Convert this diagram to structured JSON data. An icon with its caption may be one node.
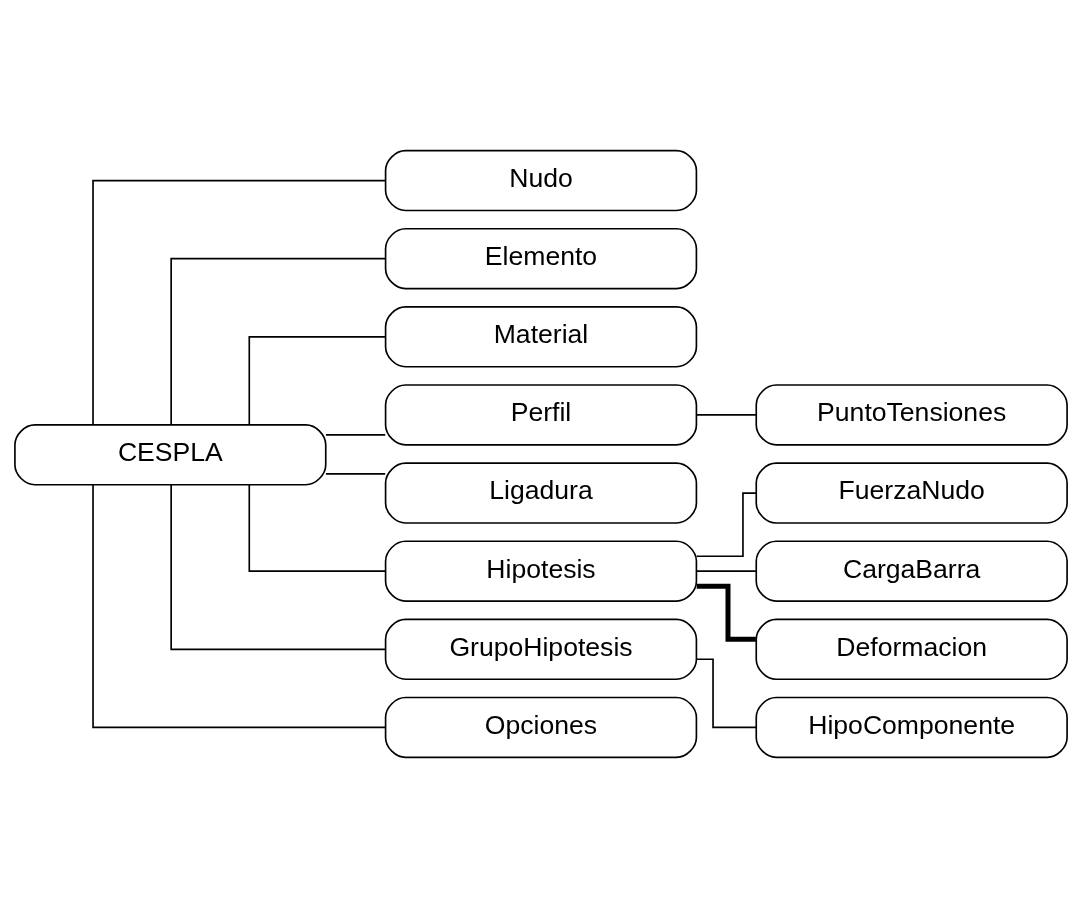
{
  "diagram": {
    "nodes": [
      {
        "text": [
          "CESPLA"
        ]
      },
      {
        "text": [
          "Nudo"
        ]
      },
      {
        "text": [
          "Elemento"
        ]
      },
      {
        "text": [
          "Material"
        ]
      },
      {
        "text": [
          "Perfil"
        ]
      },
      {
        "text": [
          "PuntoTensiones"
        ]
      },
      {
        "text": [
          "Ligadura"
        ]
      },
      {
        "text": [
          "Hipotesis"
        ]
      },
      {
        "text": [
          "FuerzaNudo"
        ]
      },
      {
        "text": [
          "CargaBarra"
        ]
      },
      {
        "text": [
          "Deformacion"
        ]
      },
      {
        "text": [
          "GrupoHipotesis"
        ]
      },
      {
        "text": [
          "HipoComponente"
        ]
      },
      {
        "text": [
          "Opciones"
        ]
      }
    ],
    "edges": [
      {
        "from": 0,
        "to": 1,
        "arrow": "none"
      },
      {
        "from": 0,
        "to": 2,
        "arrow": "none"
      },
      {
        "from": 0,
        "to": 3,
        "arrow": "none"
      },
      {
        "from": 0,
        "to": 4,
        "arrow": "none"
      },
      {
        "from": 4,
        "to": 5,
        "arrow": "none"
      },
      {
        "from": 0,
        "to": 6,
        "arrow": "none"
      },
      {
        "from": 0,
        "to": 7,
        "arrow": "none"
      },
      {
        "from": 7,
        "to": 8,
        "arrow": "none"
      },
      {
        "from": 7,
        "to": 9,
        "arrow": "none"
      },
      {
        "from": 7,
        "to": 10,
        "arrow": "none",
        "style": "thick"
      },
      {
        "from": 0,
        "to": 11,
        "arrow": "none"
      },
      {
        "from": 11,
        "to": 12,
        "arrow": "none"
      },
      {
        "from": 0,
        "to": 13,
        "arrow": "none"
      }
    ]
  }
}
